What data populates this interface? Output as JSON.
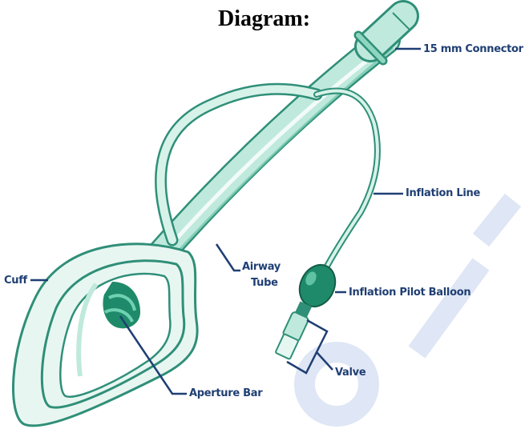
{
  "title": "Diagram:",
  "labels": {
    "connector": "15 mm Connector",
    "inflation_line": "Inflation Line",
    "airway_tube_line1": "Airway",
    "airway_tube_line2": "Tube",
    "pilot_balloon": "Inflation Pilot Balloon",
    "cuff": "Cuff",
    "valve": "Valve",
    "aperture_bar": "Aperture Bar"
  },
  "colors": {
    "tube_fill": "#bfe9dc",
    "tube_outline": "#2f8f78",
    "balloon": "#1e8a6a",
    "label_text": "#1f3f73",
    "leader_line": "#1f3f73",
    "watermark": "#dfe6f5"
  }
}
